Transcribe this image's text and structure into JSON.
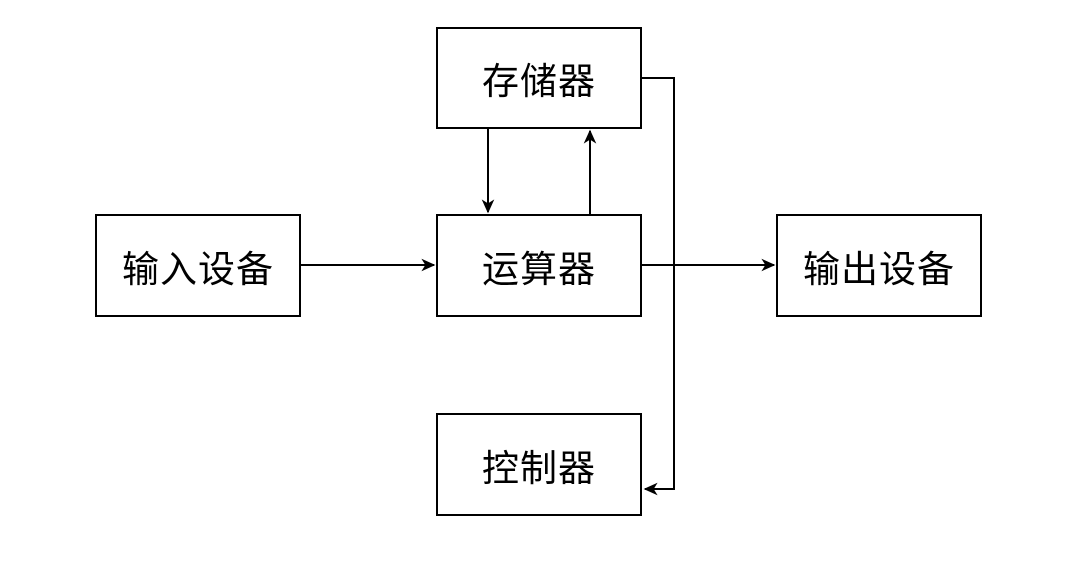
{
  "diagram": {
    "type": "block-diagram",
    "background_color": "#ffffff",
    "line_color": "#000000",
    "box_fill": "#ffffff",
    "box_border_color": "#000000",
    "text_color": "#000000",
    "nodes": [
      {
        "id": "memory",
        "label": "存储器",
        "position": "top-center"
      },
      {
        "id": "input",
        "label": "输入设备",
        "position": "middle-left"
      },
      {
        "id": "alu",
        "label": "运算器",
        "position": "middle-center"
      },
      {
        "id": "output",
        "label": "输出设备",
        "position": "middle-right"
      },
      {
        "id": "controller",
        "label": "控制器",
        "position": "bottom-center"
      }
    ],
    "edges": [
      {
        "from": "input",
        "to": "alu",
        "style": "straight-right"
      },
      {
        "from": "alu",
        "to": "output",
        "style": "straight-right"
      },
      {
        "from": "memory",
        "to": "alu",
        "style": "straight-down"
      },
      {
        "from": "alu",
        "to": "memory",
        "style": "straight-up"
      },
      {
        "from": "memory",
        "to": "controller",
        "style": "orthogonal-right-down-left"
      }
    ]
  }
}
